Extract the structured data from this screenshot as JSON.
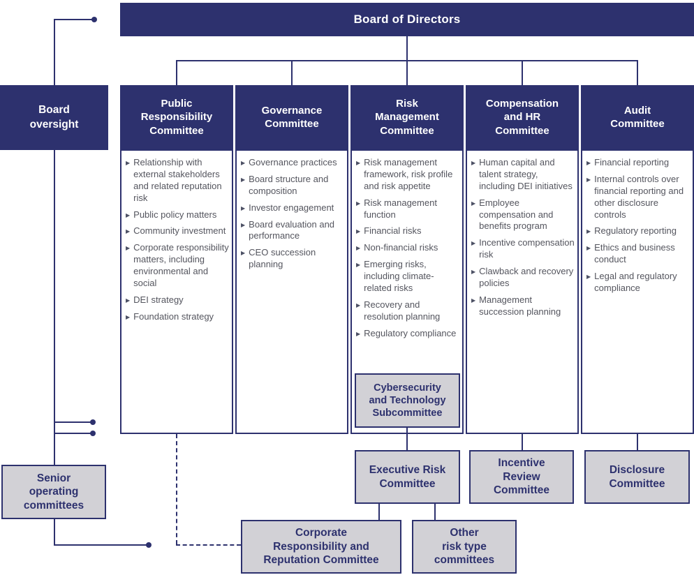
{
  "colors": {
    "navy": "#2d316e",
    "gray_fill": "#d2d1d6",
    "bullet_text": "#54555e",
    "bullet_marker": "#4d5165",
    "background": "#ffffff"
  },
  "banner": {
    "label": "Board of Directors"
  },
  "board_oversight": {
    "label": "Board\noversight"
  },
  "committees": [
    {
      "name": "Public\nResponsibility\nCommittee",
      "items": [
        "Relationship with external stakeholders and related reputation risk",
        "Public policy matters",
        "Community investment",
        "Corporate responsibility matters, including environmental and social",
        "DEI strategy",
        "Foundation strategy"
      ]
    },
    {
      "name": "Governance\nCommittee",
      "items": [
        "Governance practices",
        "Board structure and composition",
        "Investor engagement",
        "Board evaluation and performance",
        "CEO succession planning"
      ]
    },
    {
      "name": "Risk\nManagement\nCommittee",
      "items": [
        "Risk management framework, risk profile and risk appetite",
        "Risk management function",
        "Financial risks",
        "Non-financial risks",
        "Emerging risks, including climate-related risks",
        "Recovery and resolution planning",
        "Regulatory compliance"
      ],
      "subcommittee": "Cybersecurity\nand Technology\nSubcommittee"
    },
    {
      "name": "Compensation\nand HR\nCommittee",
      "items": [
        "Human capital and talent strategy, including DEI initiatives",
        "Employee compensation and benefits program",
        "Incentive compensation risk",
        "Clawback and recovery policies",
        "Management succession planning"
      ]
    },
    {
      "name": "Audit\nCommittee",
      "items": [
        "Financial reporting",
        "Internal controls over financial reporting and other disclosure controls",
        "Regulatory reporting",
        "Ethics and business conduct",
        "Legal and regulatory compliance"
      ]
    }
  ],
  "bottom_boxes": {
    "senior_operating": "Senior\noperating\ncommittees",
    "executive_risk": "Executive Risk\nCommittee",
    "incentive_review": "Incentive\nReview\nCommittee",
    "disclosure": "Disclosure\nCommittee",
    "corporate_responsibility": "Corporate\nResponsibility and\nReputation Committee",
    "other_risk": "Other\nrisk type\ncommittees"
  }
}
